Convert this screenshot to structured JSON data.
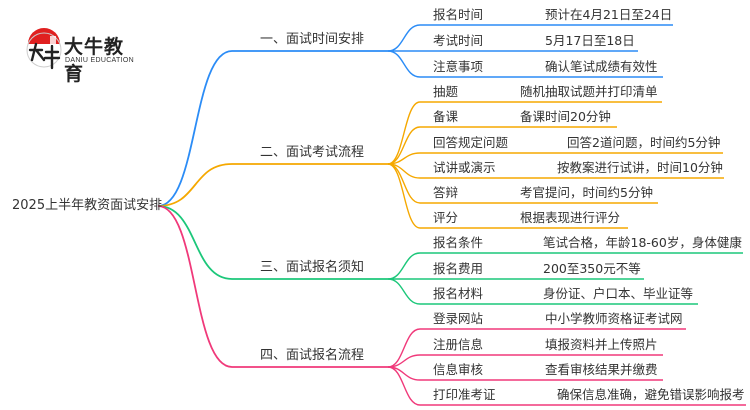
{
  "logo": {
    "name_cn": "大牛教育",
    "name_en": "DANIU EDUCATION",
    "mark": "大牛"
  },
  "root": "2025上半年教资面试安排",
  "colors": {
    "blue": "#2b8cf6",
    "orange": "#f5a800",
    "green": "#1cc77a",
    "pink": "#f0397a"
  },
  "branches": [
    {
      "title": "一、面试时间安排",
      "items": [
        {
          "label": "报名时间",
          "value": "预计在4月21日至24日"
        },
        {
          "label": "考试时间",
          "value": "5月17日至18日"
        },
        {
          "label": "注意事项",
          "value": "确认笔试成绩有效性"
        }
      ]
    },
    {
      "title": "二、面试考试流程",
      "items": [
        {
          "label": "抽题",
          "value": "随机抽取试题并打印清单"
        },
        {
          "label": "备课",
          "value": "备课时间20分钟"
        },
        {
          "label": "回答规定问题",
          "value": "回答2道问题，时间约5分钟"
        },
        {
          "label": "试讲或演示",
          "value": "按教案进行试讲，时间10分钟"
        },
        {
          "label": "答辩",
          "value": "考官提问，时间约5分钟"
        },
        {
          "label": "评分",
          "value": "根据表现进行评分"
        }
      ]
    },
    {
      "title": "三、面试报名须知",
      "items": [
        {
          "label": "报名条件",
          "value": "笔试合格，年龄18-60岁，身体健康"
        },
        {
          "label": "报名费用",
          "value": "200至350元不等"
        },
        {
          "label": "报名材料",
          "value": "身份证、户口本、毕业证等"
        }
      ]
    },
    {
      "title": "四、面试报名流程",
      "items": [
        {
          "label": "登录网站",
          "value": "中小学教师资格证考试网"
        },
        {
          "label": "注册信息",
          "value": "填报资料并上传照片"
        },
        {
          "label": "信息审核",
          "value": "查看审核结果并缴费"
        },
        {
          "label": "打印准考证",
          "value": "确保信息准确，避免错误影响报考"
        }
      ]
    }
  ]
}
